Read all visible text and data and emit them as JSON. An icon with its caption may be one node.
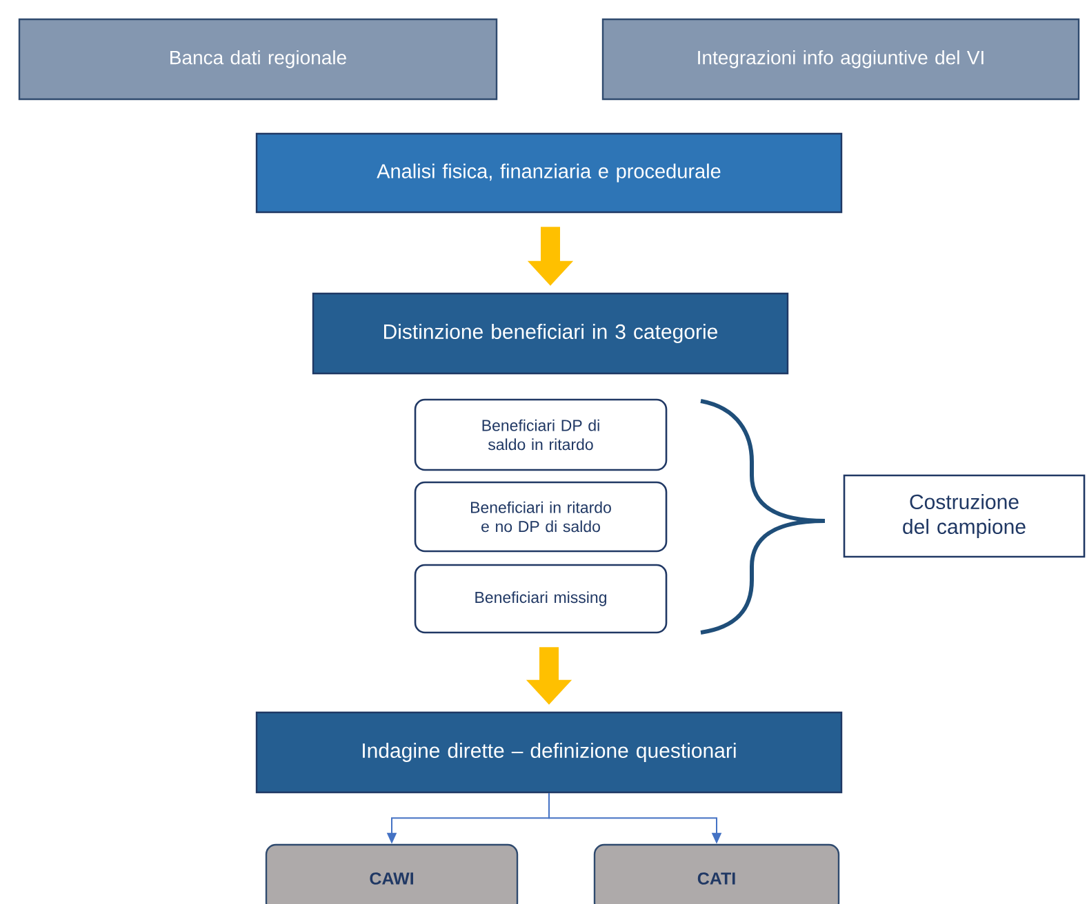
{
  "diagram": {
    "nodes": [
      {
        "text": [
          "Banca dati regionale"
        ]
      },
      {
        "text": [
          "Integrazioni info aggiuntive del VI"
        ]
      },
      {
        "text": [
          "Analisi fisica, finanziaria e procedurale"
        ]
      },
      {
        "text": [
          "Distinzione beneficiari in 3 categorie"
        ]
      },
      {
        "text": [
          "Beneficiari DP di saldo in ritardo"
        ]
      },
      {
        "text": [
          "Beneficiari in ritardo e no DP di saldo"
        ]
      },
      {
        "text": [
          "Beneficiari missing"
        ]
      },
      {
        "text": [
          "Costruzione del campione"
        ]
      },
      {
        "text": [
          "Indagine dirette – definizione questionari"
        ]
      },
      {
        "text": [
          "CAWI"
        ]
      },
      {
        "text": [
          "CATI"
        ]
      }
    ],
    "edges": [
      {
        "from": 2,
        "to": 3,
        "arrow": "to",
        "style": "thick",
        "color": "#ffc000"
      },
      {
        "from": 6,
        "to": 8,
        "arrow": "to",
        "style": "thick",
        "color": "#ffc000"
      },
      {
        "from": 8,
        "to": 9,
        "arrow": "to",
        "color": "#4472c4"
      },
      {
        "from": 8,
        "to": 10,
        "arrow": "to",
        "color": "#4472c4"
      }
    ]
  }
}
